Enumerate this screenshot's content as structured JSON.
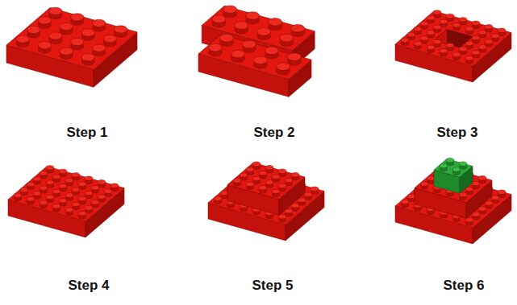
{
  "diagram": {
    "labels": [
      "Step 1",
      "Step 2",
      "Step 3",
      "Step 4",
      "Step 5",
      "Step 6"
    ]
  }
}
